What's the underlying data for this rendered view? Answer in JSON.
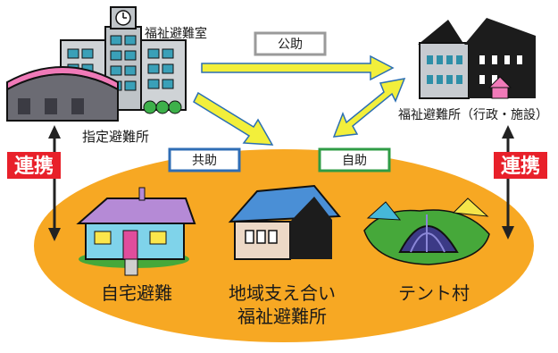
{
  "labels": {
    "welfare_room": "福祉避難室",
    "designated_shelter": "指定避難所",
    "welfare_shelter_admin": "福祉避難所（行政・施設）",
    "public_help": "公助",
    "mutual_help": "共助",
    "self_help": "自助",
    "cooperation_left": "連携",
    "cooperation_right": "連携",
    "home_evacuation": "自宅避難",
    "community_shelter_line1": "地域支え合い",
    "community_shelter_line2": "福祉避難所",
    "tent_village": "テント村"
  },
  "colors": {
    "community_area": "#f7a823",
    "arrow_fill": "#f2ef3b",
    "arrow_stroke": "#2b6fb3",
    "public_box_border": "#9a9a9a",
    "mutual_box_border": "#2f6db5",
    "self_box_border": "#2f9c46",
    "cooperation_bg": "#e8202a"
  }
}
